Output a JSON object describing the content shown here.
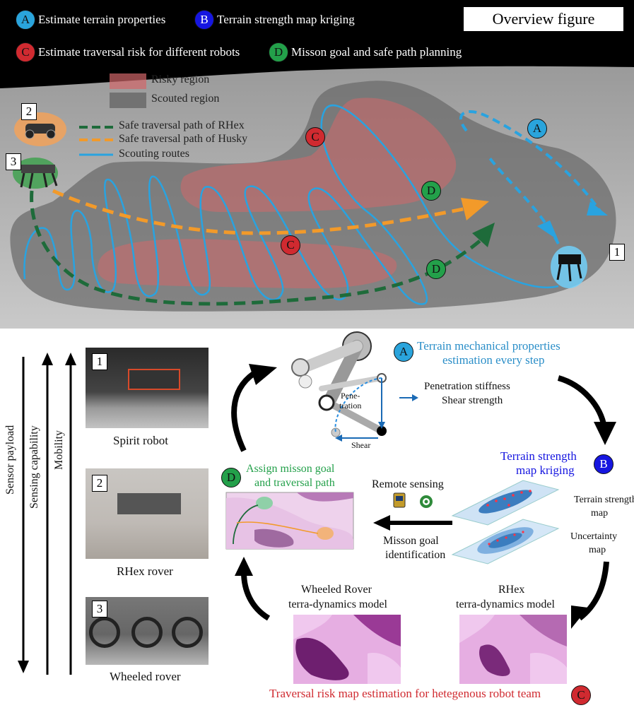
{
  "top": {
    "legend_tasks": [
      {
        "badge": "A",
        "text": "Estimate terrain properties",
        "color": "#2aa4dc"
      },
      {
        "badge": "B",
        "text": "Terrain strength map kriging",
        "color": "#1616e0"
      },
      {
        "badge": "C",
        "text": "Estimate traversal risk for different robots",
        "color": "#d02a30"
      },
      {
        "badge": "D",
        "text": "Misson goal and safe path planning",
        "color": "#23a04a"
      }
    ],
    "overview_title": "Overview figure",
    "region_legend": {
      "risky": "Risky region",
      "scouted": "Scouted region"
    },
    "path_legend": {
      "rhex": "Safe traversal path of RHex",
      "husky": "Safe traversal path of Husky",
      "scouting": "Scouting routes"
    },
    "robot_numbers": [
      "2",
      "3",
      "1"
    ],
    "markers": [
      "C",
      "C",
      "D",
      "D",
      "A"
    ]
  },
  "bottom": {
    "axis_labels": {
      "payload": "Sensor payload",
      "sensing": "Sensing capability",
      "mobility": "Mobility"
    },
    "robots": [
      {
        "num": "1",
        "caption": "Spirit robot"
      },
      {
        "num": "2",
        "caption": "RHex rover"
      },
      {
        "num": "3",
        "caption": "Wheeled rover"
      }
    ],
    "step_a": {
      "badge": "A",
      "line1": "Terrain mechanical properties",
      "line2": "estimation every step"
    },
    "leg_labels": {
      "penetration1": "Pene-",
      "penetration2": "tration",
      "shear": "Shear"
    },
    "outputs": {
      "stiffness": "Penetration stiffness",
      "shear": "Shear strength"
    },
    "step_b": {
      "badge": "B",
      "line1": "Terrain strength",
      "line2": "map kriging"
    },
    "maps": {
      "strength1": "Terrain strength",
      "strength2": "map",
      "uncertainty1": "Uncertainty",
      "uncertainty2": "map"
    },
    "remote_sensing": "Remote sensing",
    "goal_id": {
      "line1": "Misson goal",
      "line2": "identification"
    },
    "step_d": {
      "badge": "D",
      "line1": "Assign misson goal",
      "line2": "and traversal path"
    },
    "model_wheeled": {
      "line1": "Wheeled Rover",
      "line2": "terra-dynamics model"
    },
    "model_rhex": {
      "line1": "RHex",
      "line2": "terra-dynamics model"
    },
    "step_c": {
      "badge": "C",
      "text": "Traversal risk map estimation for hetegenous robot team"
    }
  },
  "colors": {
    "a_blue": "#2aa4dc",
    "b_blue": "#1616e0",
    "c_red": "#d02a30",
    "d_green": "#23a04a",
    "rhex_path": "#1e6b3a",
    "husky_path": "#f29a2a",
    "scout_blue": "#29a3e0"
  }
}
